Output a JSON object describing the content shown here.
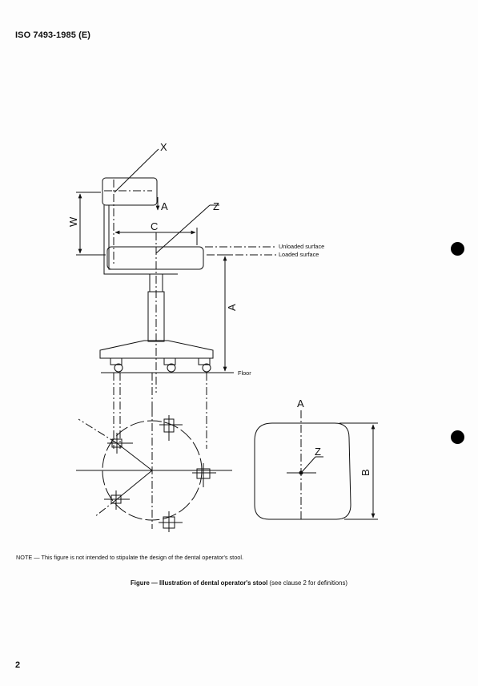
{
  "header": {
    "document_id": "ISO 7493-1985 (E)"
  },
  "figure": {
    "labels": {
      "x": "X",
      "a_top": "A",
      "z_side": "Z",
      "c": "C",
      "w": "W",
      "a_height": "A",
      "unloaded_surface": "Unloaded surface",
      "loaded_surface": "Loaded surface",
      "floor": "Floor",
      "a_plan": "A",
      "z_plan": "Z",
      "b": "B"
    }
  },
  "note": {
    "text": "NOTE — This figure is not intended to stipulate the design of the dental operator's stool."
  },
  "caption": {
    "bold": "Figure — Illustration of dental operator's stool",
    "normal": " (see clause 2 for definitions)"
  },
  "page": {
    "number": "2"
  }
}
